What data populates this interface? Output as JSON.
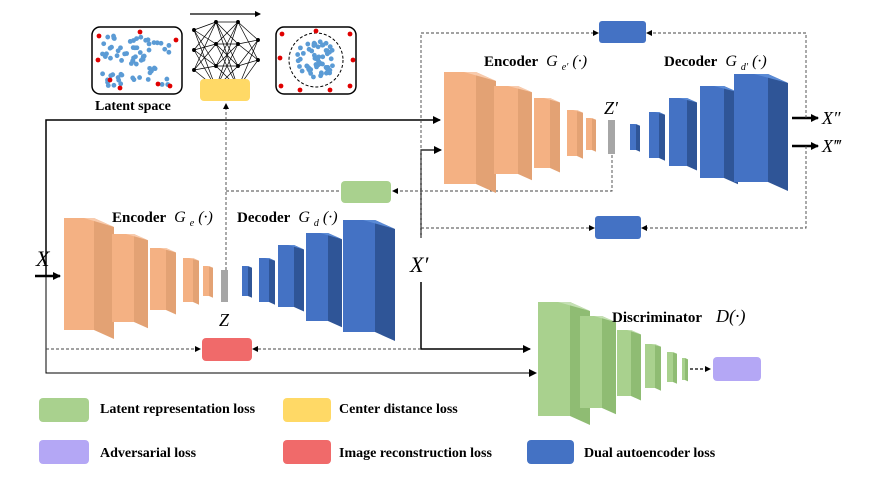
{
  "latent_space_label": "Latent space",
  "input": {
    "symbol": "X"
  },
  "encoder1": {
    "label": "Encoder",
    "symbol": "G",
    "sub": "e",
    "arg": "(·)"
  },
  "decoder1": {
    "label": "Decoder",
    "symbol": "G",
    "sub": "d",
    "arg": "(·)"
  },
  "bottleneck1": {
    "symbol": "Z"
  },
  "encoder2": {
    "label": "Encoder",
    "symbol": "G",
    "sub": "e′",
    "arg": "(·)"
  },
  "decoder2": {
    "label": "Decoder",
    "symbol": "G",
    "sub": "d′",
    "arg": "(·)"
  },
  "bottleneck2": {
    "symbol": "Z′"
  },
  "reconstruction1": {
    "symbol": "X′"
  },
  "outputs": {
    "out1": "X″",
    "out2": "X‴"
  },
  "discriminator": {
    "label": "Discriminator",
    "symbol": "D(·)"
  },
  "legend": [
    {
      "label": "Latent representation loss",
      "color": "#a9d18e"
    },
    {
      "label": "Center distance loss",
      "color": "#ffd966"
    },
    {
      "label": "Adversarial loss",
      "color": "#b4a7f5"
    },
    {
      "label": "Image reconstruction loss",
      "color": "#f06a6a"
    },
    {
      "label": "Dual autoencoder loss",
      "color": "#4472c4"
    }
  ],
  "colors": {
    "encoder_front": "#f4b183",
    "encoder_side": "#e3a274",
    "decoder_front": "#4472c4",
    "decoder_side": "#2f5597",
    "disc_front": "#a9d18e",
    "disc_side": "#8fbc73",
    "bottleneck": "#a6a6a6"
  }
}
